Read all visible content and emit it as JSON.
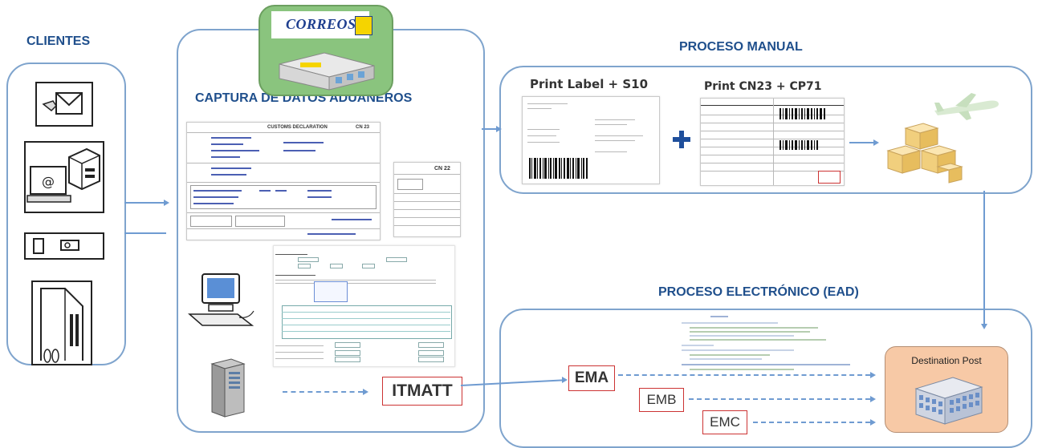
{
  "clientes": {
    "heading": "CLIENTES"
  },
  "capture": {
    "heading": "CAPTURA DE DATOS ADUANEROS",
    "logo_text": "CORREOS",
    "doc_title": "CUSTOMS DECLARATION",
    "doc_code": "CN 23",
    "small_doc_code": "CN 22"
  },
  "manual": {
    "heading": "PROCESO MANUAL",
    "print_label": "Print Label  + S10",
    "print_cn23": "Print CN23  + CP71"
  },
  "electronic": {
    "heading": "PROCESO ELECTRÓNICO (EAD)",
    "itmatt": "ITMATT",
    "ema": "EMA",
    "emb": "EMB",
    "emc": "EMC",
    "destination": "Destination Post"
  },
  "colors": {
    "accent": "#1f4f8c",
    "panel_border": "#7fa4cd",
    "arrow": "#6f9bd1",
    "msg_border": "#cc3333",
    "destination_fill": "#f7c9a6",
    "logo_green": "#8ac47e"
  }
}
